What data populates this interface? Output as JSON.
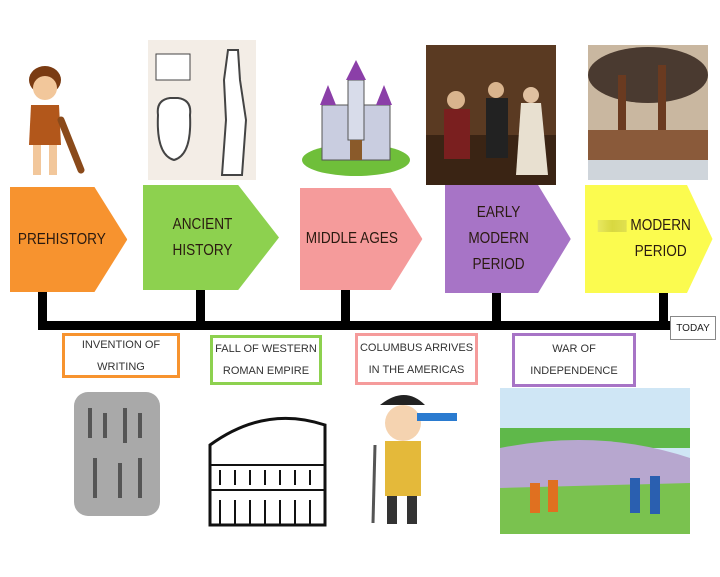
{
  "periods": [
    {
      "label": "PREHISTORY",
      "color": "#f7932f",
      "image": "caveman"
    },
    {
      "label": "ANCIENT\nHISTORY",
      "color": "#8dd14f",
      "image": "scroll-vase-egyptian"
    },
    {
      "label": "MIDDLE AGES",
      "color": "#f59b9b",
      "image": "castle"
    },
    {
      "label": "EARLY\nMODERN\nPERIOD",
      "color": "#a774c6",
      "image": "renaissance-painting"
    },
    {
      "label": "MODERN\nPERIOD",
      "color": "#fbfb4f",
      "image": "industrial-factory"
    }
  ],
  "today_label": "TODAY",
  "events": [
    {
      "label": "INVENTION OF\nWRITING",
      "color": "#f7932f",
      "image": "clay-tablet"
    },
    {
      "label": "FALL OF WESTERN\nROMAN EMPIRE",
      "color": "#8dd14f",
      "image": "colosseum"
    },
    {
      "label": "COLUMBUS ARRIVES\nIN THE AMERICAS",
      "color": "#f59b9b",
      "image": "columbus"
    },
    {
      "label": "WAR OF\nINDEPENDENCE",
      "color": "#a774c6",
      "image": "battle-drawing"
    }
  ]
}
